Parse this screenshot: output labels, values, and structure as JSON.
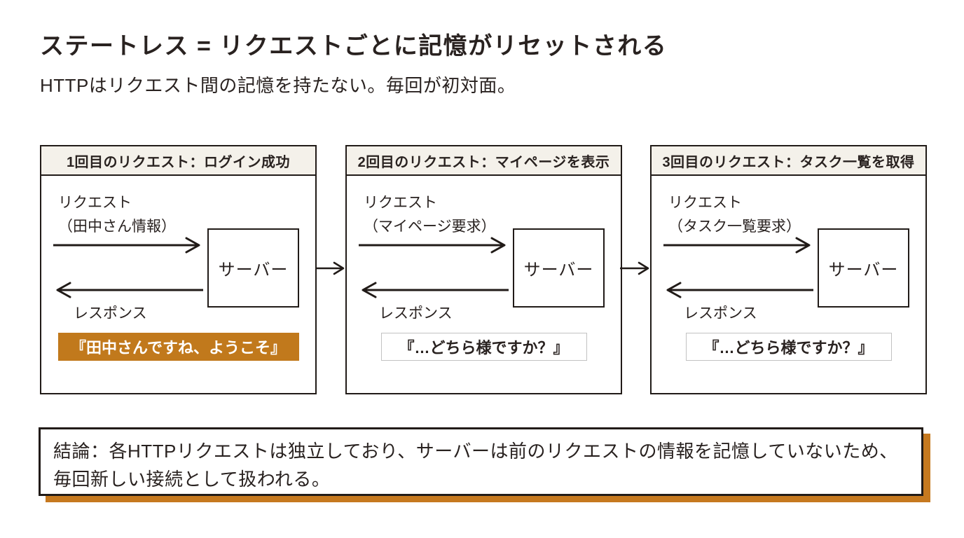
{
  "page": {
    "title": "ステートレス = リクエストごとに記憶がリセットされる",
    "subtitle": "HTTPはリクエスト間の記憶を持たない。毎回が初対面。"
  },
  "colors": {
    "accent_orange": "#c1791c",
    "shadow_orange": "#c6791f",
    "panel_header_bg": "#f4f1ea",
    "border_dark": "#211b18",
    "text_dark": "#292220",
    "plain_response_border": "#c2c2c2",
    "background": "#ffffff"
  },
  "icons": {
    "request_arrow": "arrow-right",
    "response_arrow": "arrow-left",
    "panel_link_arrow": "arrow-right"
  },
  "panels": [
    {
      "header": "1回目のリクエスト：ログイン成功",
      "request_label": "リクエスト",
      "request_detail": "（田中さん情報）",
      "server_label": "サーバー",
      "response_label": "レスポンス",
      "response_text": "『田中さんですね、ようこそ』",
      "response_style": "highlight"
    },
    {
      "header": "2回目のリクエスト：マイページを表示",
      "request_label": "リクエスト",
      "request_detail": "（マイページ要求）",
      "server_label": "サーバー",
      "response_label": "レスポンス",
      "response_text": "『…どちら様ですか？』",
      "response_style": "plain"
    },
    {
      "header": "3回目のリクエスト：タスク一覧を取得",
      "request_label": "リクエスト",
      "request_detail": "（タスク一覧要求）",
      "server_label": "サーバー",
      "response_label": "レスポンス",
      "response_text": "『…どちら様ですか？』",
      "response_style": "plain"
    }
  ],
  "conclusion": {
    "text": "結論：各HTTPリクエストは独立しており、サーバーは前のリクエストの情報を記憶していないため、\n毎回新しい接続として扱われる。"
  }
}
